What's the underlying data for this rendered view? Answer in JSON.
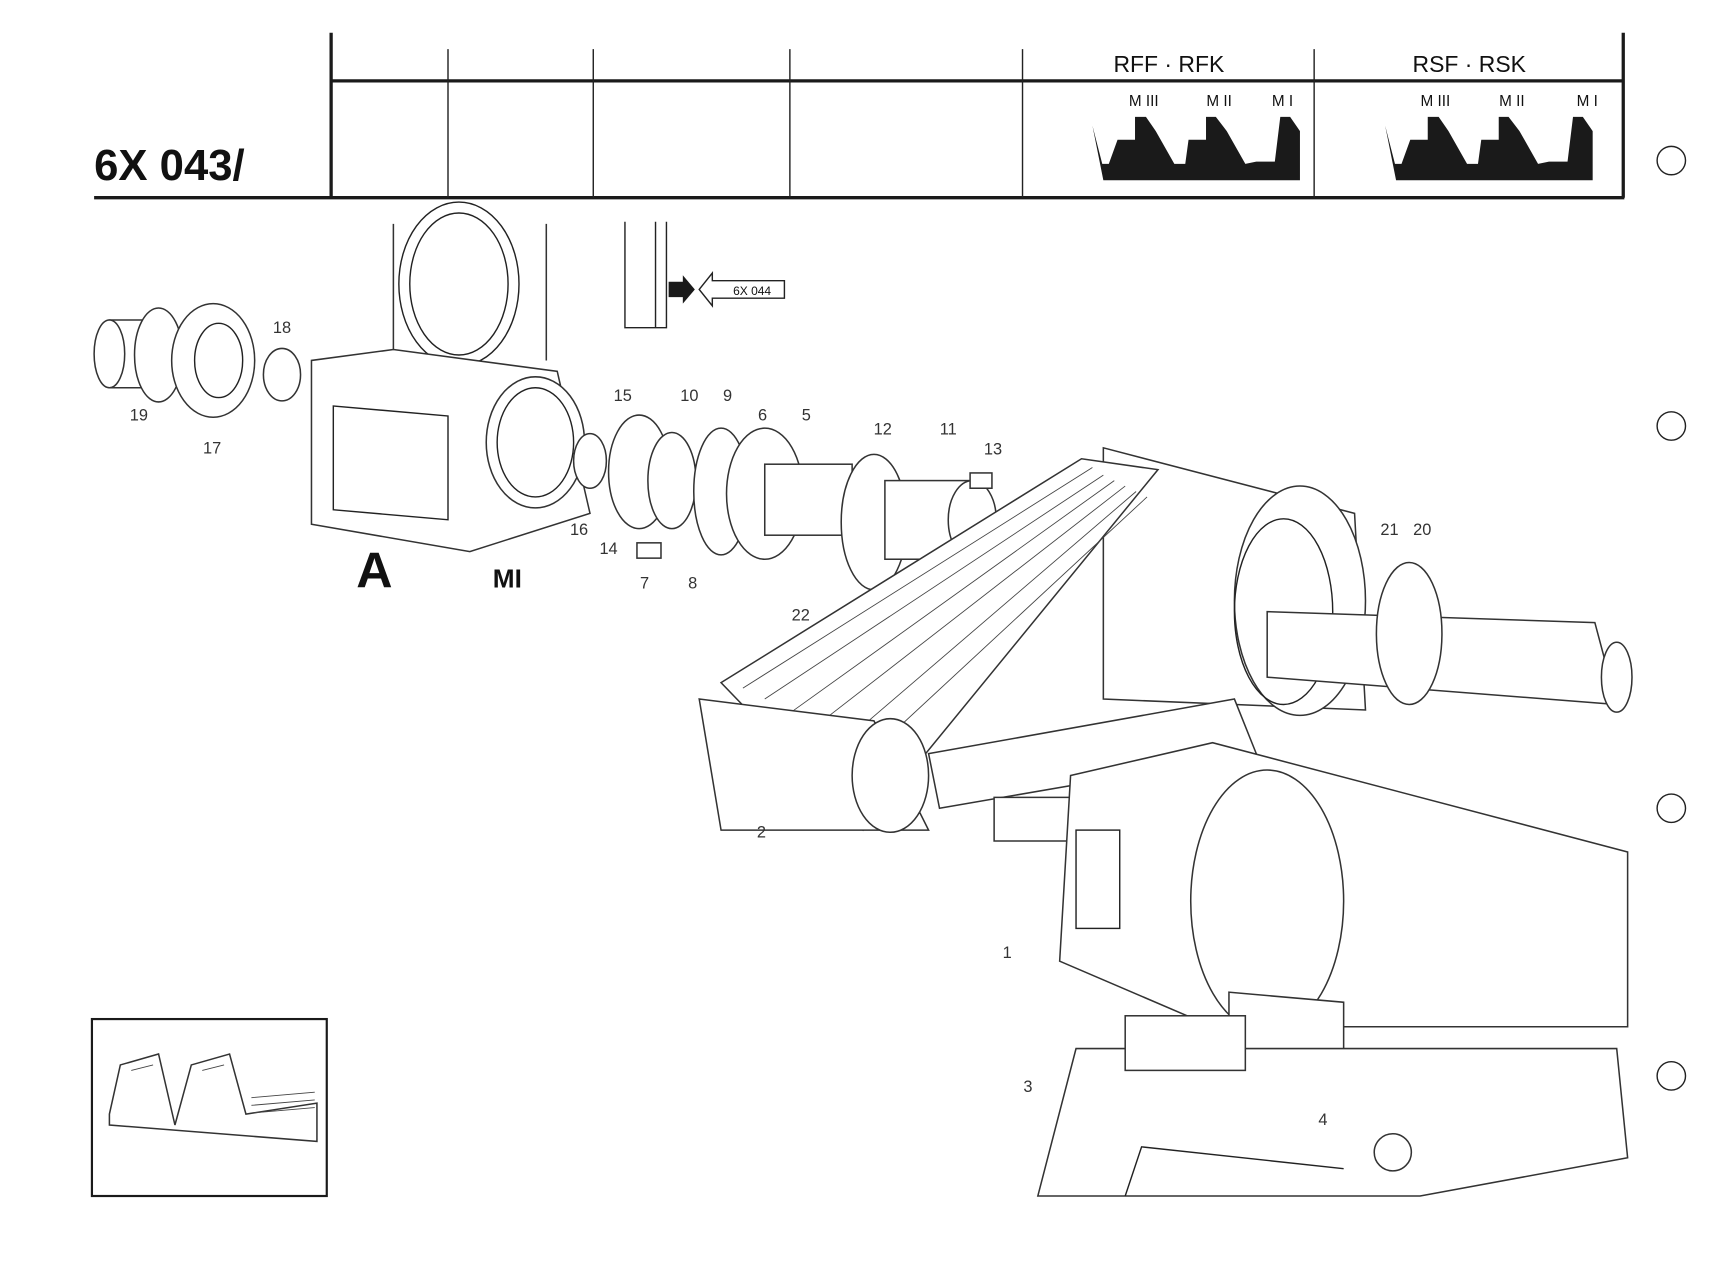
{
  "document": {
    "title": "6X 043/",
    "header": {
      "group1": {
        "title": "RFF · RFK",
        "models": [
          "M III",
          "M II",
          "M I"
        ]
      },
      "group2": {
        "title": "RSF · RSK",
        "models": [
          "M III",
          "M II",
          "M I"
        ]
      }
    },
    "reference_arrow": "6X 044",
    "view_label": "A",
    "view_model": "MI",
    "callouts": [
      "19",
      "17",
      "18",
      "15",
      "10",
      "9",
      "6",
      "5",
      "12",
      "11",
      "13",
      "16",
      "14",
      "7",
      "8",
      "21",
      "20",
      "22",
      "2",
      "1",
      "3",
      "4"
    ],
    "colors": {
      "ink": "#1a1a1a",
      "paper": "#ffffff"
    }
  }
}
